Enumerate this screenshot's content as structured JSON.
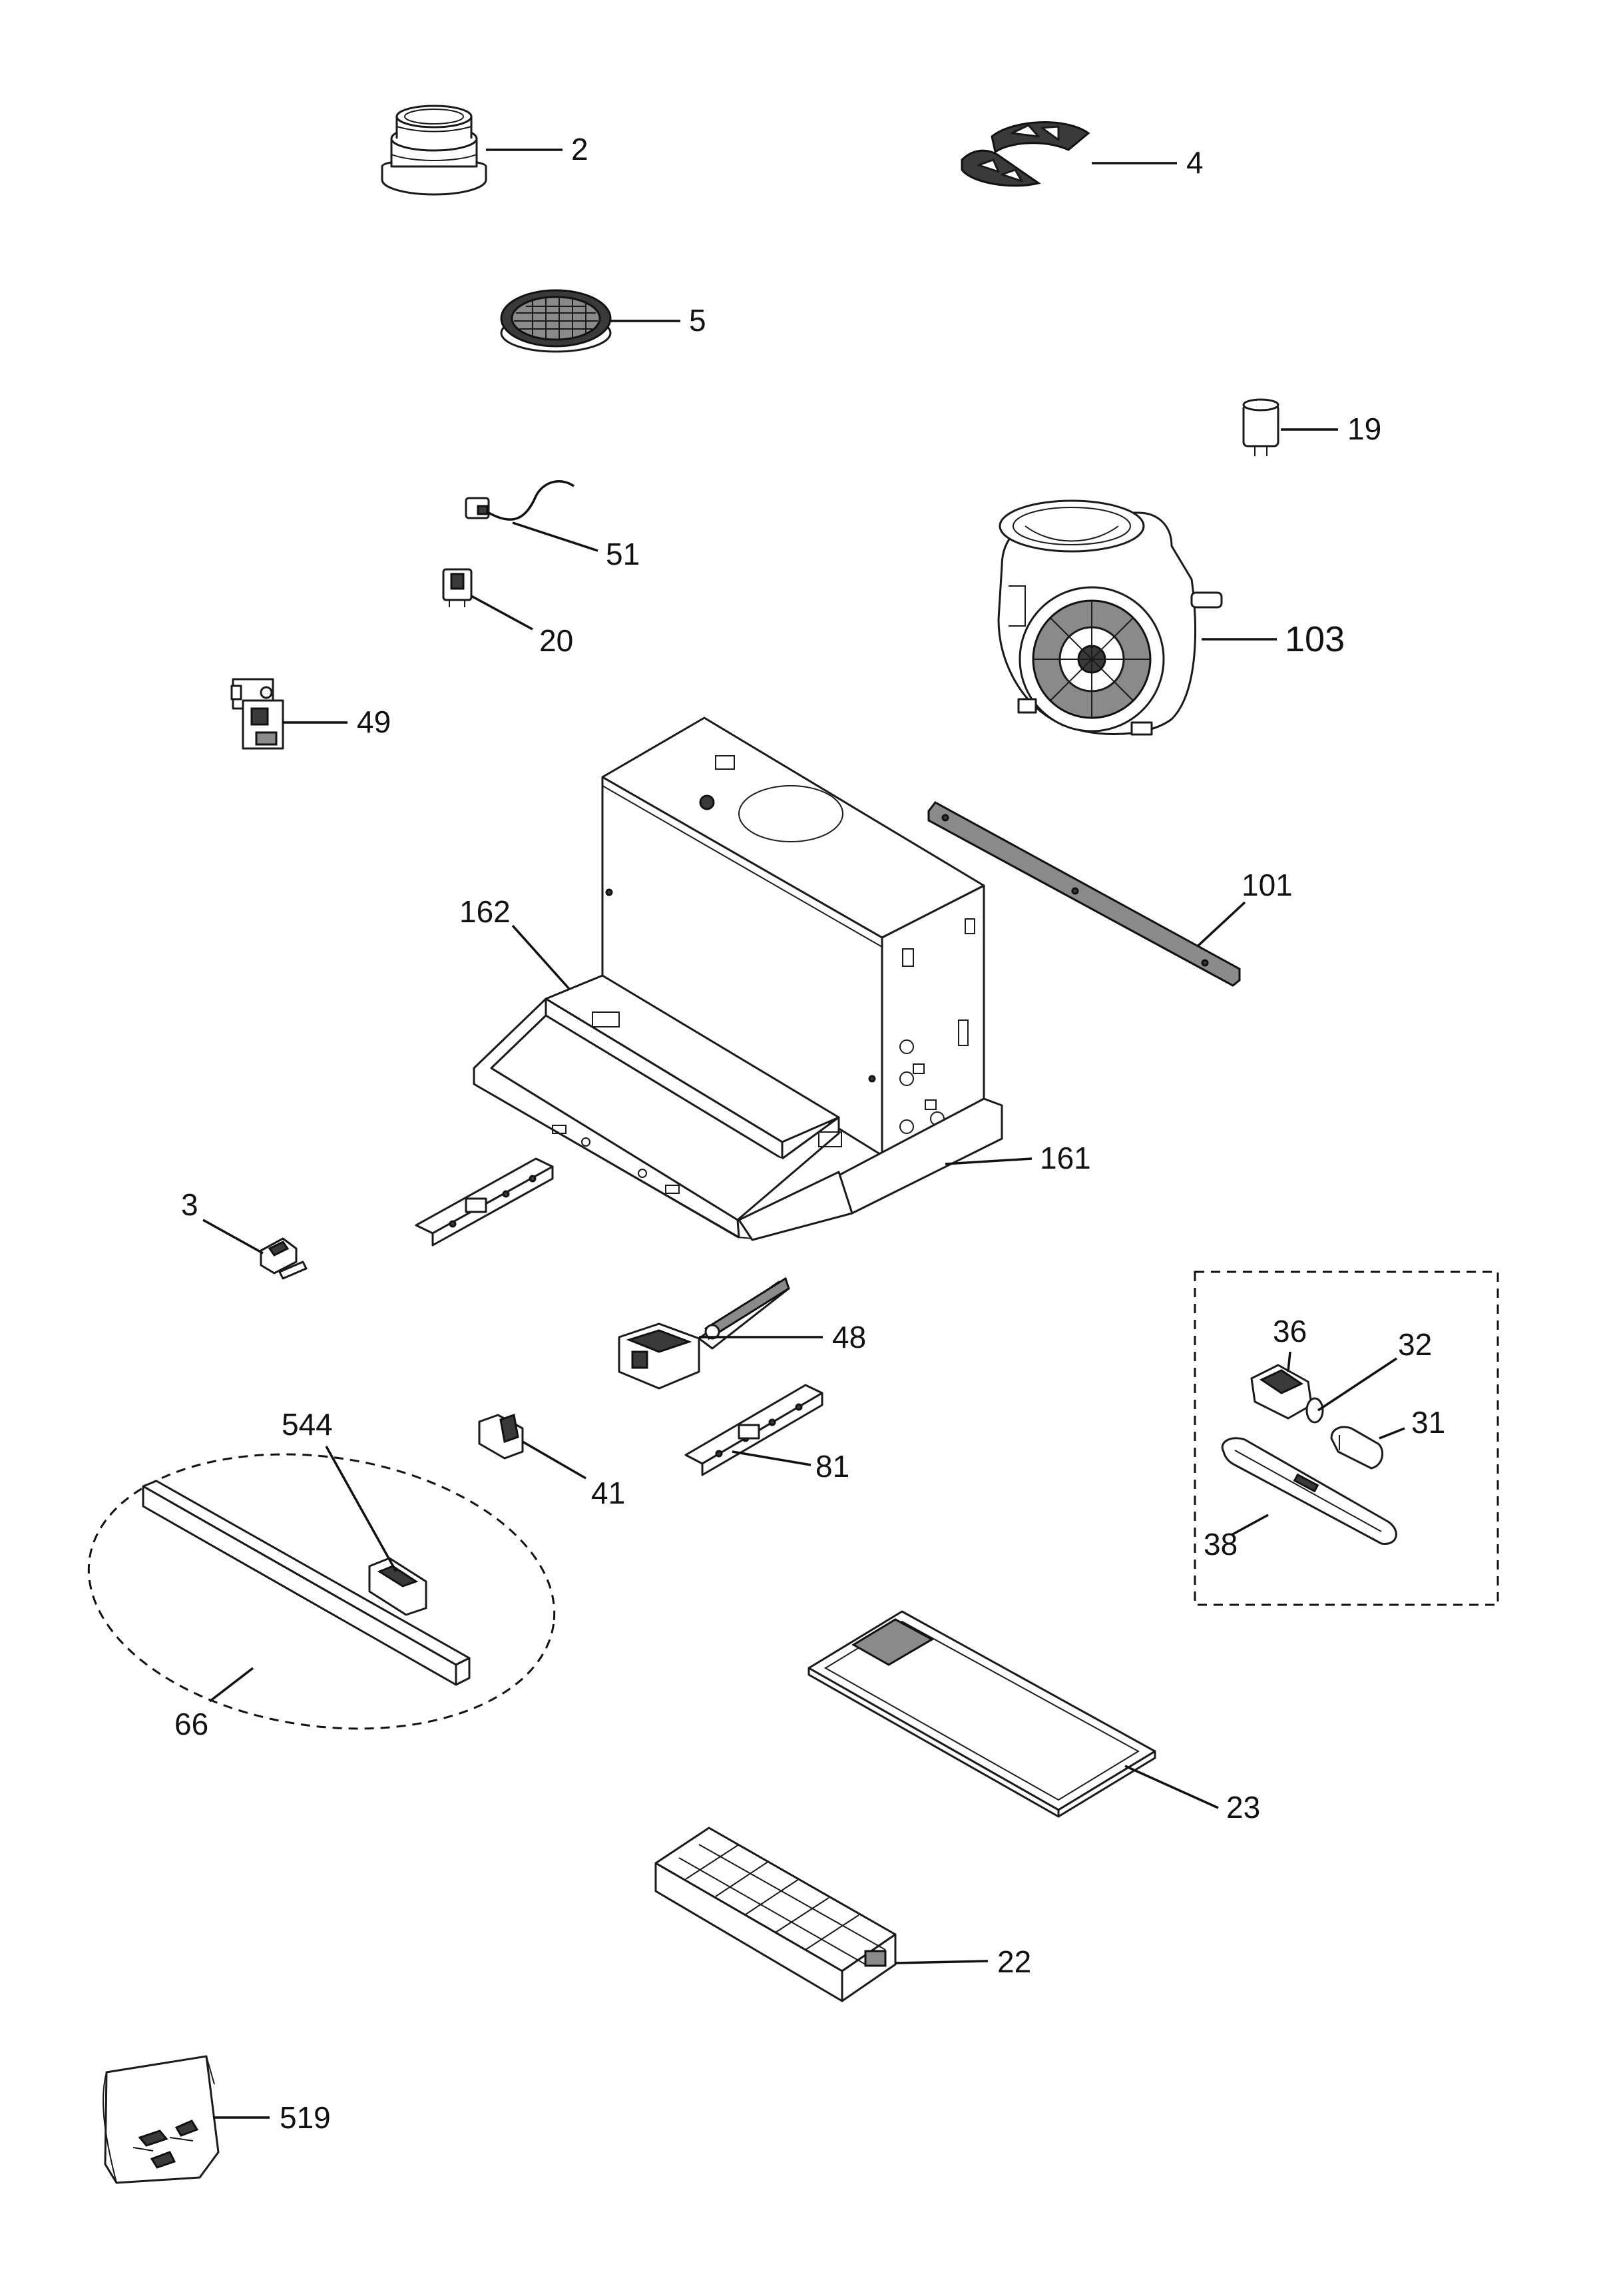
{
  "callouts": {
    "p2": "2",
    "p4": "4",
    "p5": "5",
    "p19": "19",
    "p51": "51",
    "p20": "20",
    "p103": "103",
    "p49": "49",
    "p101": "101",
    "p162": "162",
    "p161": "161",
    "p3": "3",
    "p48": "48",
    "p36": "36",
    "p32": "32",
    "p31": "31",
    "p38": "38",
    "p544": "544",
    "p41": "41",
    "p81": "81",
    "p66": "66",
    "p23": "23",
    "p22": "22",
    "p519": "519"
  }
}
